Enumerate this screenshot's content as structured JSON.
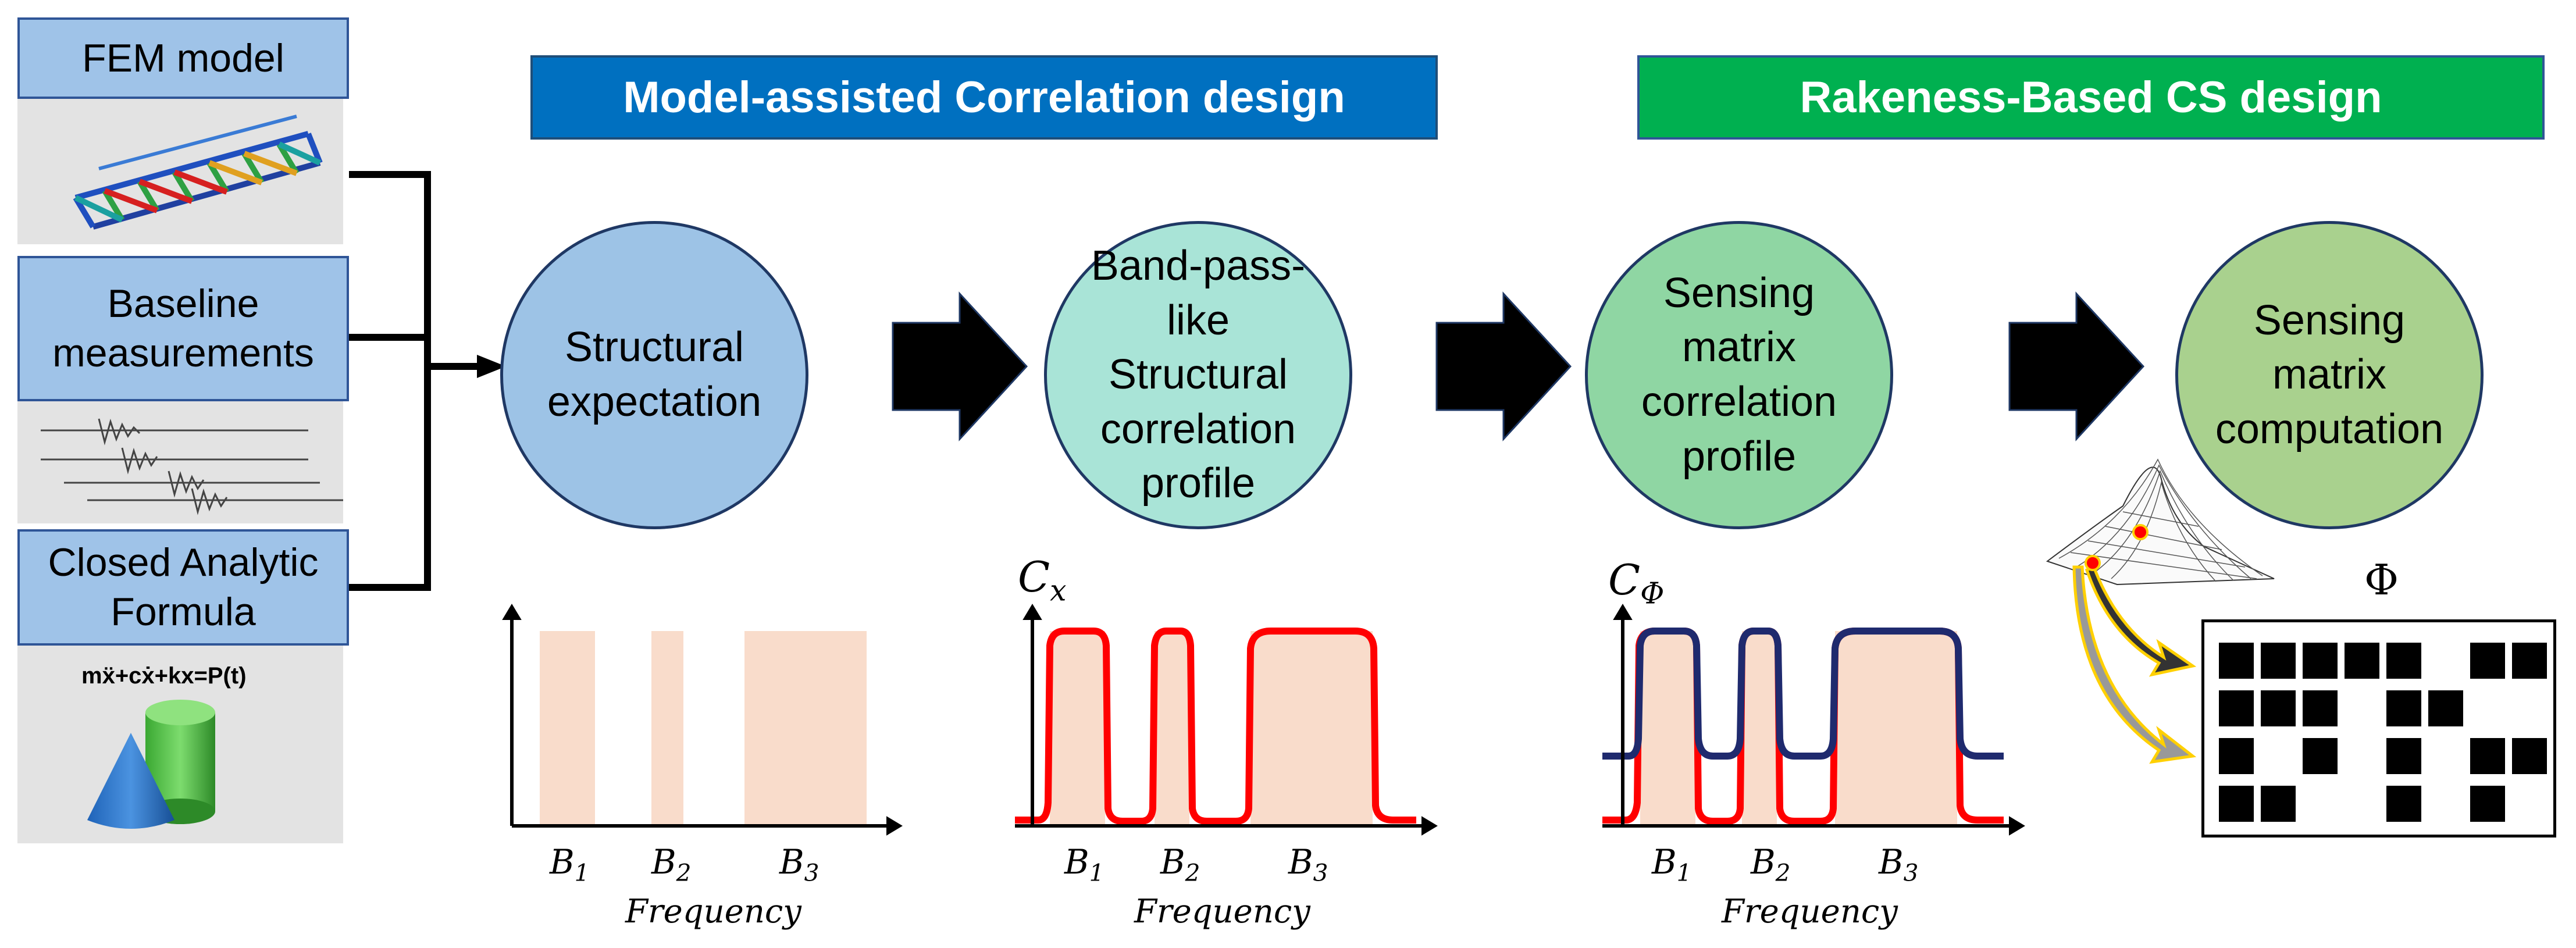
{
  "inputs": {
    "fem_label": "FEM model",
    "baseline_label": "Baseline\nmeasurements",
    "closed_label": "Closed Analytic\nFormula",
    "formula": "mẍ+cẋ+kx=P(t)"
  },
  "banners": {
    "left": "Model-assisted Correlation design",
    "right": "Rakeness-Based CS design"
  },
  "stages": [
    {
      "text": "Structural\nexpectation"
    },
    {
      "text": "Band-pass-like\nStructural\ncorrelation\nprofile"
    },
    {
      "text": "Sensing matrix\ncorrelation\nprofile"
    },
    {
      "text": "Sensing\nmatrix\ncomputation"
    }
  ],
  "plots": {
    "band_labels": [
      "B1",
      "B2",
      "B3"
    ],
    "xlabel": "Frequency",
    "cx_label": "Cx",
    "cphi_label": "CΦ",
    "phi_label": "Φ"
  },
  "matrix": {
    "rows": [
      [
        1,
        1,
        1,
        1,
        1,
        0,
        1,
        1
      ],
      [
        1,
        1,
        1,
        0,
        1,
        1,
        0,
        0
      ],
      [
        1,
        0,
        1,
        0,
        1,
        0,
        1,
        1
      ],
      [
        1,
        1,
        0,
        0,
        1,
        0,
        1,
        0
      ]
    ]
  },
  "colors": {
    "box_fill": "#9fc3e8",
    "box_border": "#2f5597",
    "banner_blue": "#0070c0",
    "banner_green": "#00b050",
    "circle1": "#9dc3e6",
    "circle2": "#a9e4d7",
    "circle3": "#8fd6a3",
    "circle4": "#a9d18e",
    "band_fill": "#f9dccb",
    "curve_red": "#ff0000",
    "curve_navy": "#1f2a6e"
  }
}
